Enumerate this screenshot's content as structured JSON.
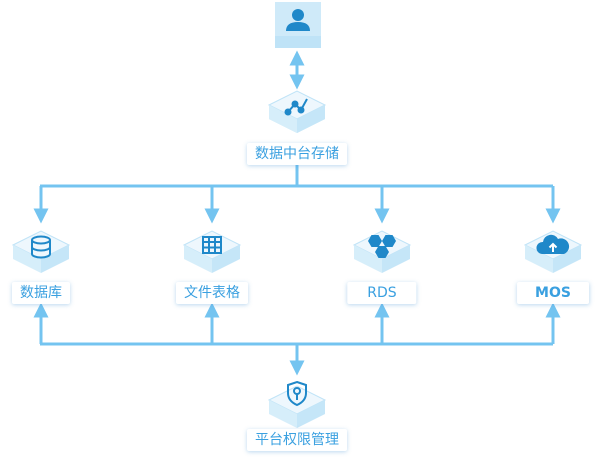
{
  "colors": {
    "accent": "#3aa0e0",
    "line": "#74c4f0",
    "node_top": "#eef7fd",
    "node_side": "#bfe3f7",
    "user_box": "#bfe3f7",
    "user_icon": "#1f88c9"
  },
  "nodes": {
    "user": {
      "icon": "user-icon"
    },
    "hub": {
      "label": "数据中台存储",
      "icon": "share-nodes-icon"
    },
    "database": {
      "label": "数据库",
      "icon": "database-icon"
    },
    "spreadsheet": {
      "label": "文件表格",
      "icon": "table-grid-icon"
    },
    "rds": {
      "label": "RDS",
      "icon": "hexagon-cluster-icon"
    },
    "mos": {
      "label": "MOS",
      "icon": "cloud-upload-icon"
    },
    "permission": {
      "label": "平台权限管理",
      "icon": "shield-key-icon"
    }
  }
}
